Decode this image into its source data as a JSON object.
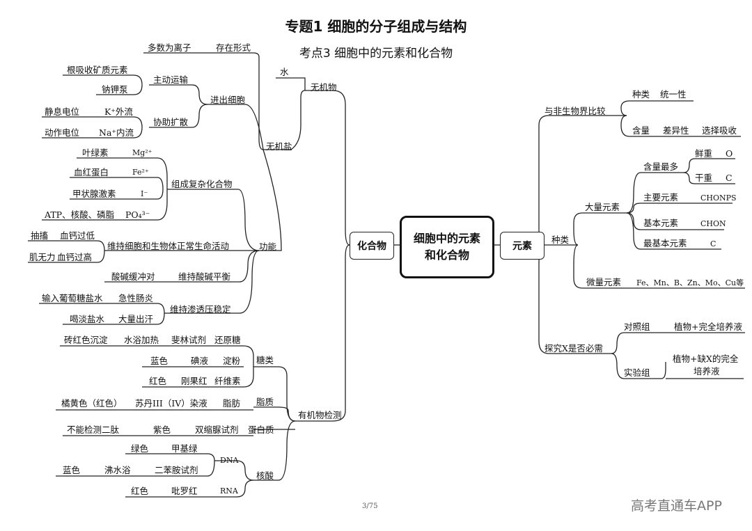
{
  "title": "专题1  细胞的分子组成与结构",
  "subtitle": "考点3  细胞中的元素和化合物",
  "center": {
    "line1": "细胞中的元素",
    "line2": "和化合物"
  },
  "left_root": "化合物",
  "right_root": "元素",
  "inorganic": {
    "label": "无机物",
    "water": "水",
    "salt": "无机盐",
    "form": {
      "label": "存在形式",
      "value": "多数为离子"
    },
    "entry": {
      "label": "进出细胞",
      "active": {
        "label": "主动运输",
        "items": [
          "根吸收矿质元素",
          "钠钾泵"
        ]
      },
      "passive": {
        "label": "协助扩散",
        "items": [
          {
            "left": "静息电位",
            "right": "K⁺外流"
          },
          {
            "left": "动作电位",
            "right": "Na⁺内流"
          }
        ]
      }
    },
    "function": {
      "label": "功能",
      "complex": {
        "label": "组成复杂化合物",
        "items": [
          {
            "name": "叶绿素",
            "ion": "Mg²⁺"
          },
          {
            "name": "血红蛋白",
            "ion": "Fe²⁺"
          },
          {
            "name": "甲状腺激素",
            "ion": "I⁻"
          },
          {
            "name": "ATP、核酸、磷脂",
            "ion": "PO₄³⁻"
          }
        ]
      },
      "life": {
        "label": "维持细胞和生物体正常生命活动",
        "items": [
          {
            "a": "抽搐",
            "b": "血钙过低"
          },
          {
            "a": "肌无力",
            "b": "血钙过高"
          }
        ]
      },
      "ph": {
        "label": "维持酸碱平衡",
        "value": "酸碱缓冲对"
      },
      "osmotic": {
        "label": "维持渗透压稳定",
        "items": [
          {
            "a": "输入葡萄糖盐水",
            "b": "急性肠炎"
          },
          {
            "a": "喝淡盐水",
            "b": "大量出汗"
          }
        ]
      }
    }
  },
  "organic": {
    "label": "有机物检测",
    "sugar": {
      "label": "糖类",
      "rows": [
        [
          "砖红色沉淀",
          "水浴加热",
          "斐林试剂",
          "还原糖"
        ],
        [
          "蓝色",
          "碘液",
          "淀粉"
        ],
        [
          "红色",
          "刚果红",
          "纤维素"
        ]
      ]
    },
    "fat": {
      "label": "脂质",
      "row": [
        "橘黄色（红色）",
        "苏丹III（IV）染液",
        "脂肪"
      ]
    },
    "protein": {
      "label": "蛋白质",
      "row": [
        "不能检测二肽",
        "紫色",
        "双缩脲试剂"
      ]
    },
    "nucleic": {
      "label": "核酸",
      "dna": "DNA",
      "rna": "RNA",
      "rows": [
        [
          "绿色",
          "甲基绿"
        ],
        [
          "蓝色",
          "沸水浴",
          "二苯胺试剂"
        ],
        [
          "红色",
          "吡罗红"
        ]
      ]
    }
  },
  "elements": {
    "compare": {
      "label": "与非生物界比较",
      "rows": [
        [
          "种类",
          "统一性"
        ],
        [
          "含量",
          "差异性",
          "选择吸收"
        ]
      ]
    },
    "kinds": {
      "label": "种类",
      "macro": {
        "label": "大量元素",
        "most": {
          "label": "含量最多",
          "fresh": [
            "鲜重",
            "O"
          ],
          "dry": [
            "干重",
            "C"
          ]
        },
        "main": [
          "主要元素",
          "CHONPS"
        ],
        "basic": [
          "基本元素",
          "CHON"
        ],
        "most_basic": [
          "最基本元素",
          "C"
        ]
      },
      "micro": {
        "label": "微量元素",
        "value": "Fe、Mn、B、Zn、Mo、Cu等"
      }
    },
    "explore": {
      "label": "探究X是否必需",
      "control": {
        "label": "对照组",
        "value": "植物+完全培养液"
      },
      "experiment": {
        "label": "实验组",
        "value1": "植物+缺X的完全",
        "value2": "培养液"
      }
    }
  },
  "page_number": "3/75",
  "watermark": "高考直通车APP"
}
